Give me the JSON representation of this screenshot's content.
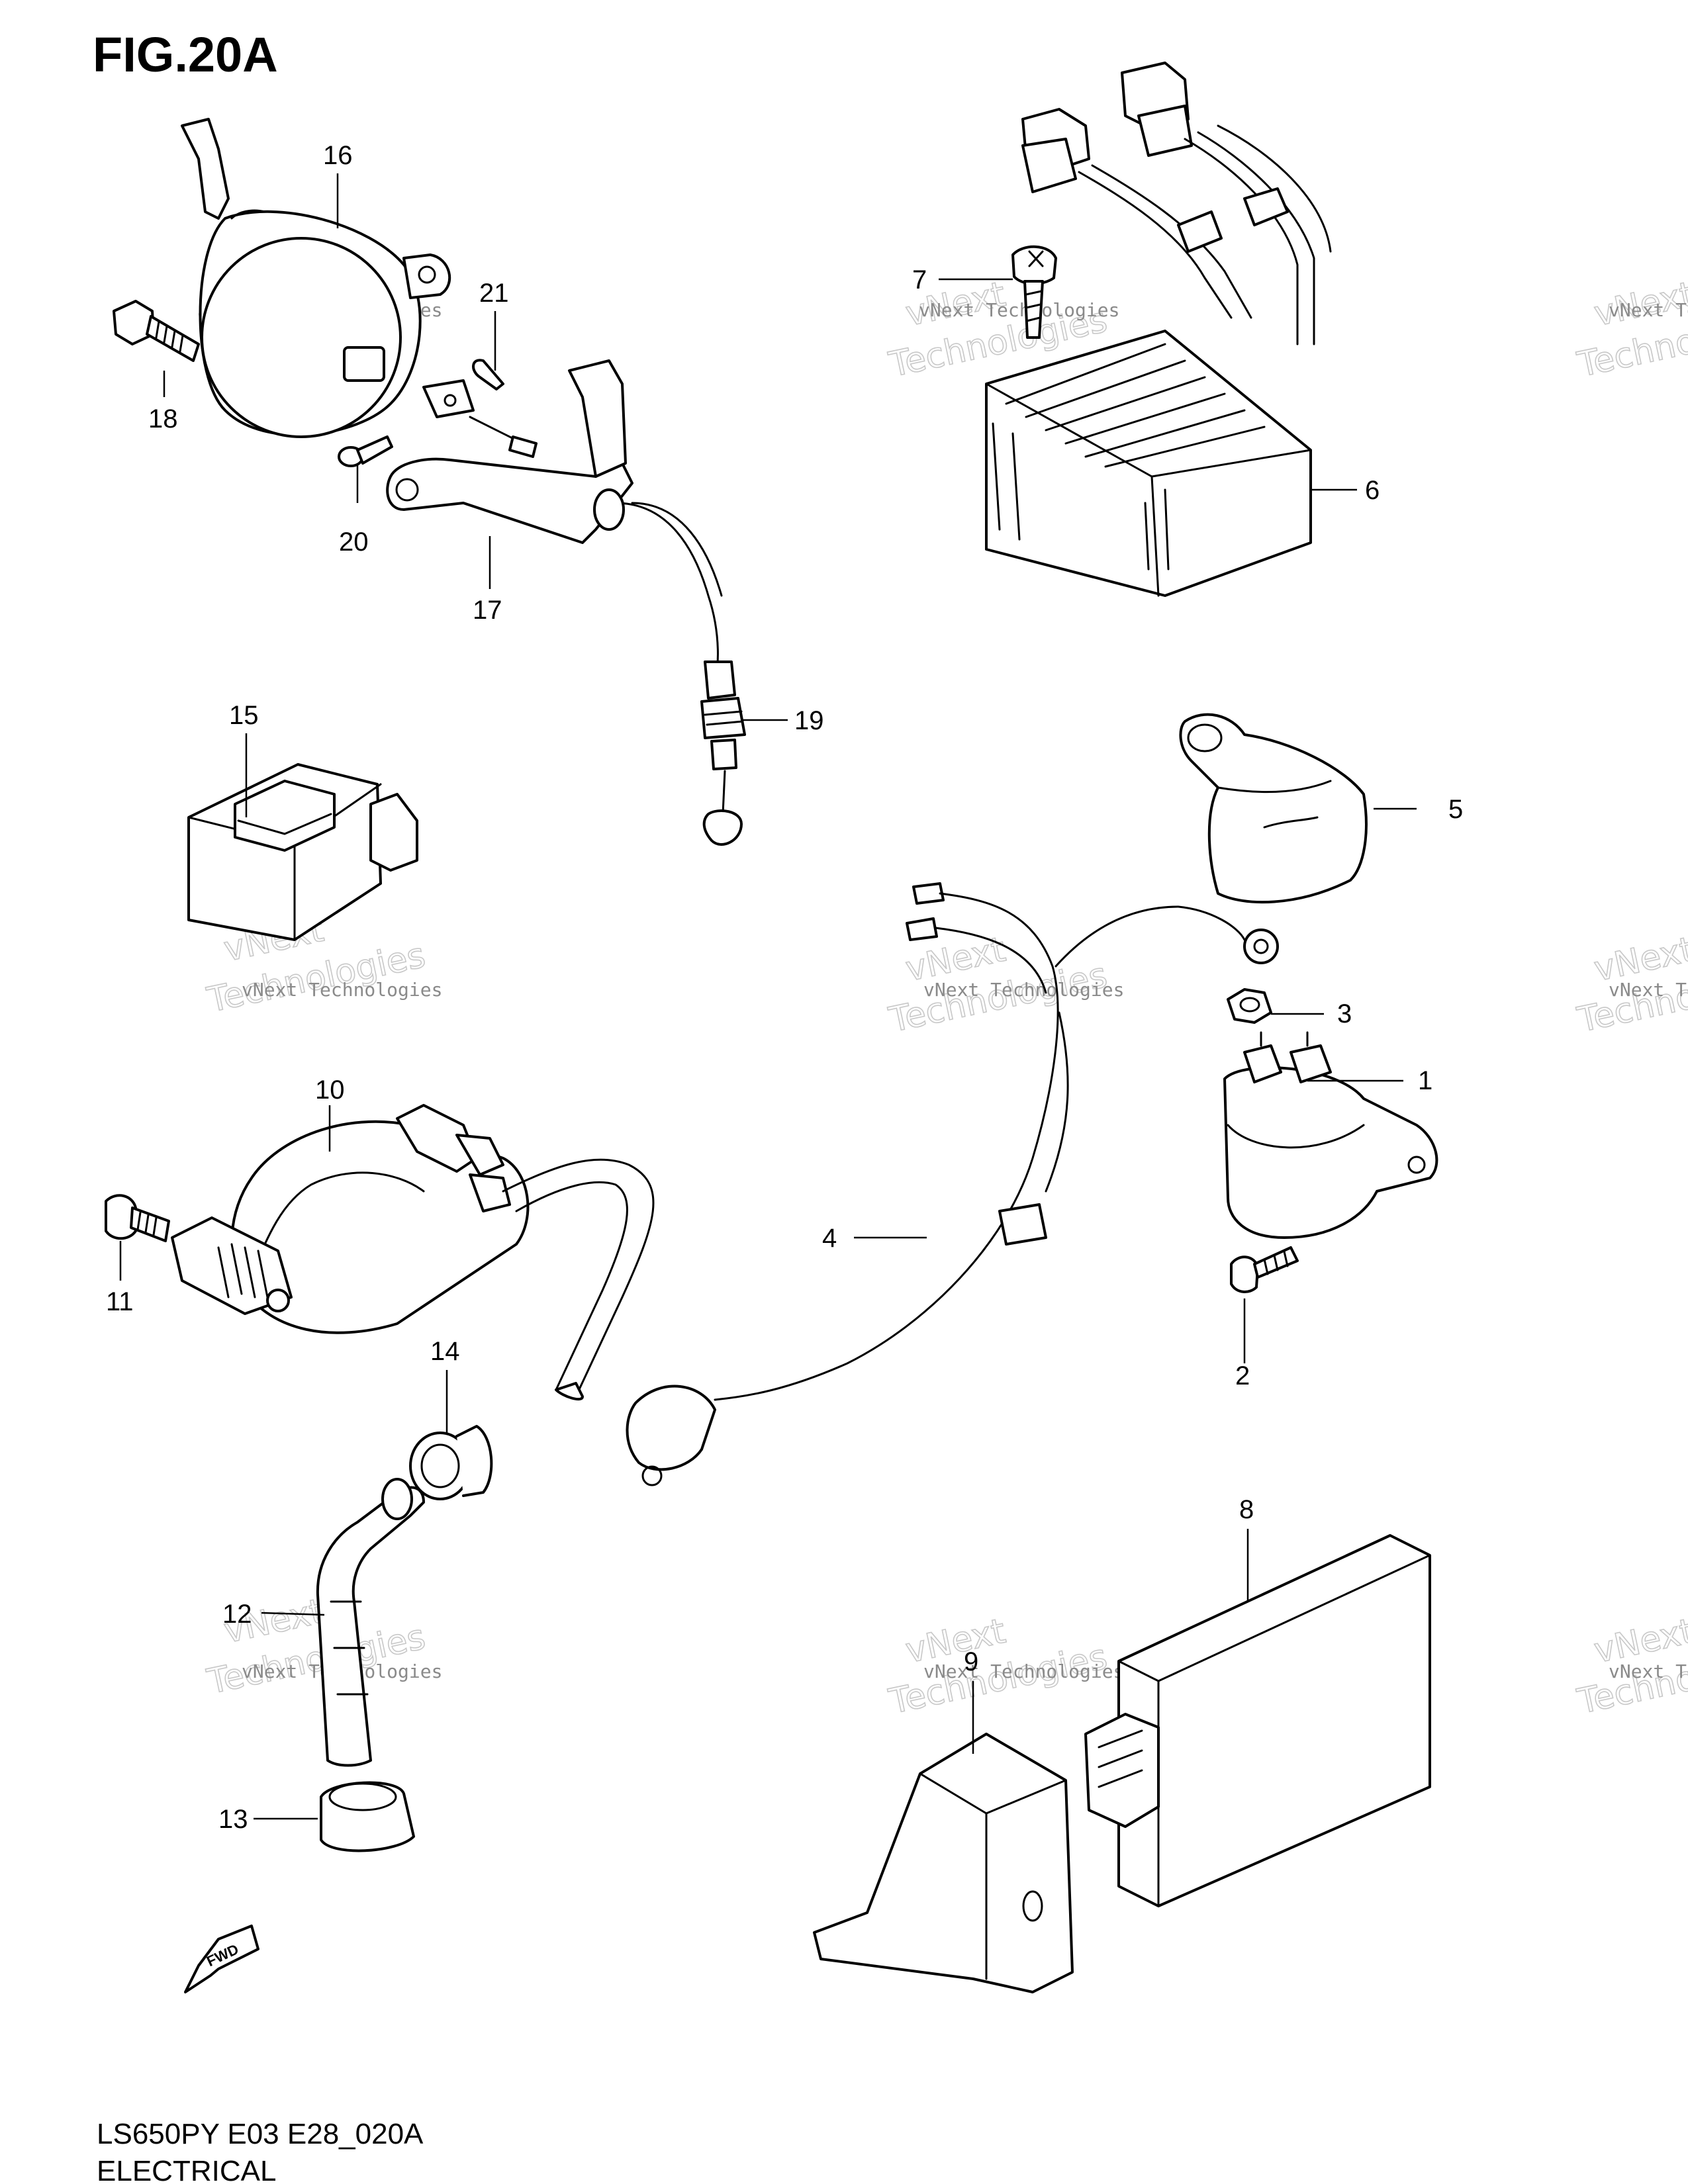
{
  "figure": {
    "title": "FIG.20A",
    "footer_code": "LS650PY E03 E28_020A",
    "footer_title": "ELECTRICAL"
  },
  "callouts": [
    "1",
    "2",
    "3",
    "4",
    "5",
    "6",
    "7",
    "8",
    "9",
    "10",
    "11",
    "12",
    "13",
    "14",
    "15",
    "16",
    "17",
    "18",
    "19",
    "20",
    "21"
  ],
  "watermark": {
    "line1": "vNext Technologies",
    "line2": "vNext",
    "line3": "Technologies"
  },
  "fwd_label": "FWD"
}
